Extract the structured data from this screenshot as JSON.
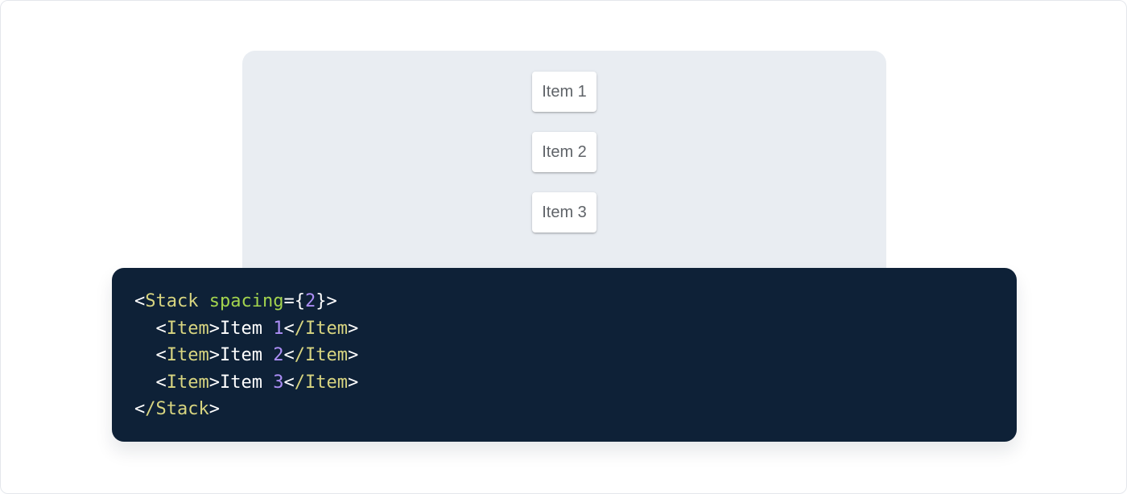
{
  "page": {
    "background": "#FFFFFF",
    "border_color": "#E4E7EC"
  },
  "demo": {
    "panel_background": "#E9EDF2",
    "item_background": "#FFFFFF",
    "item_text_color": "#5F6368",
    "items": [
      {
        "label": "Item 1"
      },
      {
        "label": "Item 2"
      },
      {
        "label": "Item 3"
      }
    ]
  },
  "code": {
    "background": "#0E2137",
    "colors": {
      "plain": "#FFFFFF",
      "tag": "#D8D580",
      "attr": "#A3D44E",
      "number": "#AC8EF6"
    },
    "text": "<Stack spacing={2}>\n  <Item>Item 1</Item>\n  <Item>Item 2</Item>\n  <Item>Item 3</Item>\n</Stack>",
    "lines": [
      [
        {
          "t": "<",
          "c": "plain"
        },
        {
          "t": "Stack",
          "c": "tag"
        },
        {
          "t": " ",
          "c": "plain"
        },
        {
          "t": "spacing",
          "c": "attr"
        },
        {
          "t": "={",
          "c": "plain"
        },
        {
          "t": "2",
          "c": "number"
        },
        {
          "t": "}>",
          "c": "plain"
        }
      ],
      [
        {
          "t": "  <",
          "c": "plain"
        },
        {
          "t": "Item",
          "c": "tag"
        },
        {
          "t": ">",
          "c": "plain"
        },
        {
          "t": "Item ",
          "c": "plain"
        },
        {
          "t": "1",
          "c": "number"
        },
        {
          "t": "<",
          "c": "plain"
        },
        {
          "t": "/Item",
          "c": "tag"
        },
        {
          "t": ">",
          "c": "plain"
        }
      ],
      [
        {
          "t": "  <",
          "c": "plain"
        },
        {
          "t": "Item",
          "c": "tag"
        },
        {
          "t": ">",
          "c": "plain"
        },
        {
          "t": "Item ",
          "c": "plain"
        },
        {
          "t": "2",
          "c": "number"
        },
        {
          "t": "<",
          "c": "plain"
        },
        {
          "t": "/Item",
          "c": "tag"
        },
        {
          "t": ">",
          "c": "plain"
        }
      ],
      [
        {
          "t": "  <",
          "c": "plain"
        },
        {
          "t": "Item",
          "c": "tag"
        },
        {
          "t": ">",
          "c": "plain"
        },
        {
          "t": "Item ",
          "c": "plain"
        },
        {
          "t": "3",
          "c": "number"
        },
        {
          "t": "<",
          "c": "plain"
        },
        {
          "t": "/Item",
          "c": "tag"
        },
        {
          "t": ">",
          "c": "plain"
        }
      ],
      [
        {
          "t": "<",
          "c": "plain"
        },
        {
          "t": "/Stack",
          "c": "tag"
        },
        {
          "t": ">",
          "c": "plain"
        }
      ]
    ]
  }
}
